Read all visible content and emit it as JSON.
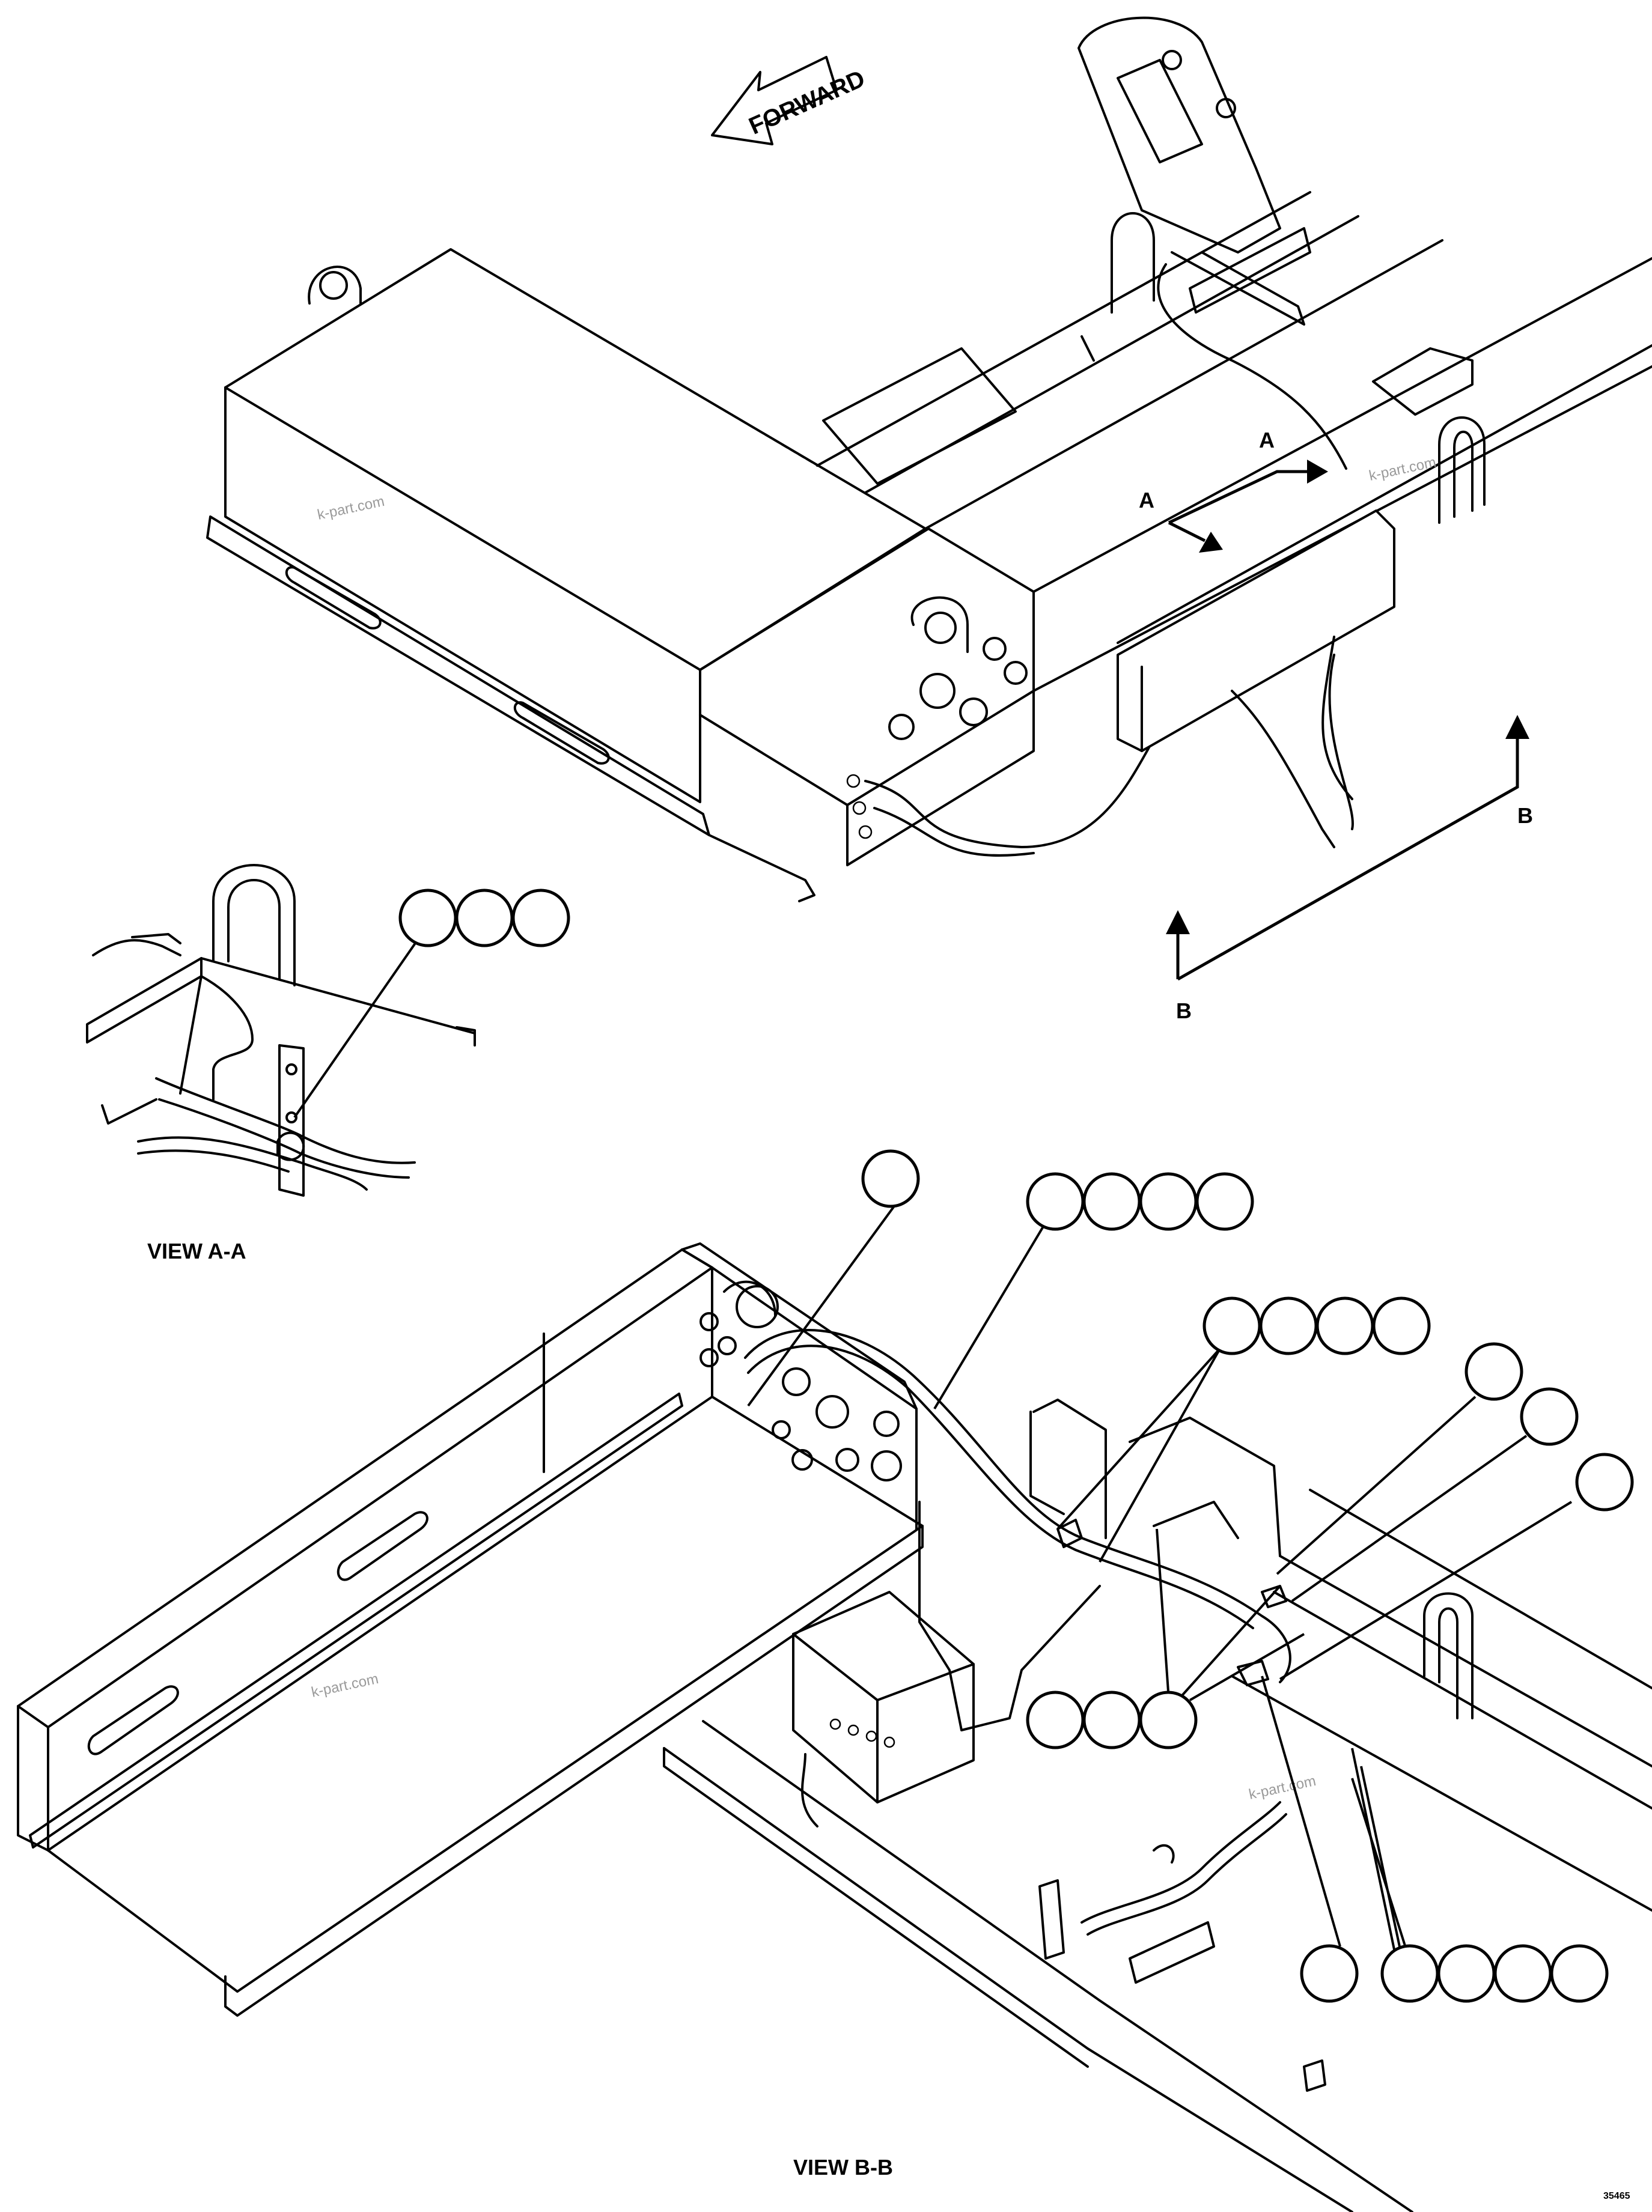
{
  "direction_arrow": {
    "label": "FORWARD"
  },
  "section_markers": {
    "a_upper": "A",
    "a_lower": "A",
    "b_right": "B",
    "b_left": "B"
  },
  "views": {
    "view_a_title": "VIEW A-A",
    "view_b_title": "VIEW B-B"
  },
  "watermarks": [
    "k-part.com",
    "k-part.com",
    "k-part.com",
    "k-part.com"
  ],
  "drawing_code": "35465",
  "callout_groups": [
    {
      "name": "view-a-callouts",
      "count": 3
    },
    {
      "name": "connector-callout",
      "count": 1
    },
    {
      "name": "hose-clamp-callouts",
      "count": 4
    },
    {
      "name": "bracket-callouts",
      "count": 4
    },
    {
      "name": "right-single-callouts",
      "count": 3
    },
    {
      "name": "fitting-callouts",
      "count": 3
    },
    {
      "name": "bottom-single-callout",
      "count": 1
    },
    {
      "name": "bottom-right-callouts",
      "count": 4
    }
  ]
}
